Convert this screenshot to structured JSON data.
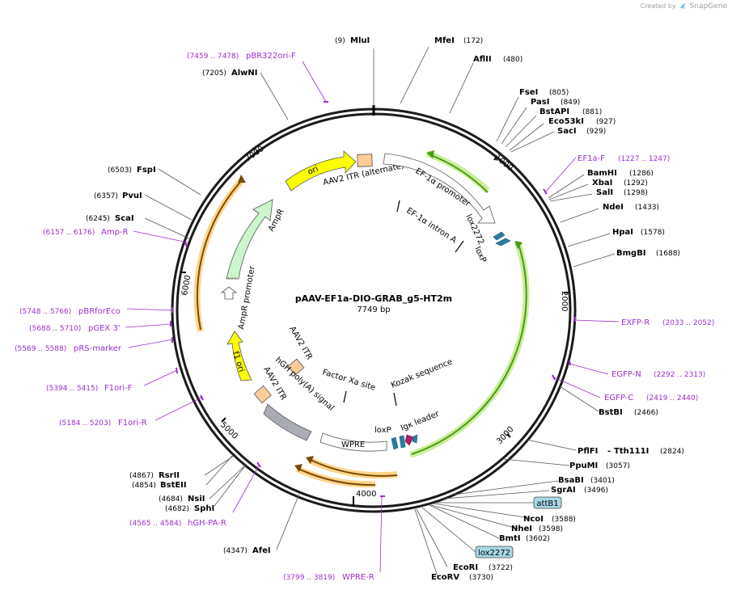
{
  "credit": {
    "prefix": "Created by",
    "brand": "SnapGene"
  },
  "map": {
    "title": "pAAV-EF1a-DIO-GRAB_g5-HT2m",
    "size_label": "7749 bp",
    "ticks": [
      "1000",
      "2000",
      "3000",
      "4000",
      "5000",
      "6000",
      "7000"
    ]
  },
  "sites": {
    "mlui": {
      "name": "MluI",
      "pos": "(9)"
    },
    "mfei": {
      "name": "MfeI",
      "pos": "(172)"
    },
    "aflii": {
      "name": "AflII",
      "pos": "(480)"
    },
    "fsei": {
      "name": "FseI",
      "pos": "(805)"
    },
    "pasi": {
      "name": "PasI",
      "pos": "(849)"
    },
    "bstapi": {
      "name": "BstAPI",
      "pos": "(881)"
    },
    "eco53ki": {
      "name": "Eco53kI",
      "pos": "(927)"
    },
    "saci": {
      "name": "SacI",
      "pos": "(929)"
    },
    "bamhi": {
      "name": "BamHI",
      "pos": "(1286)"
    },
    "xbai": {
      "name": "XbaI",
      "pos": "(1292)"
    },
    "sali": {
      "name": "SalI",
      "pos": "(1298)"
    },
    "ndei": {
      "name": "NdeI",
      "pos": "(1433)"
    },
    "hpai": {
      "name": "HpaI",
      "pos": "(1578)"
    },
    "bmgbi": {
      "name": "BmgBI",
      "pos": "(1688)"
    },
    "bstbi": {
      "name": "BstBI",
      "pos": "(2466)"
    },
    "pflfi": {
      "name": "PflFI",
      "name2": "Tth111I",
      "pos": "(2824)"
    },
    "ppumi": {
      "name": "PpuMI",
      "pos": "(3057)"
    },
    "bsabi": {
      "name": "BsaBI",
      "pos": "(3401)"
    },
    "sgrai": {
      "name": "SgrAI",
      "pos": "(3496)"
    },
    "ncoi": {
      "name": "NcoI",
      "pos": "(3588)"
    },
    "nhei": {
      "name": "NheI",
      "pos": "(3598)"
    },
    "bmti": {
      "name": "BmtI",
      "pos": "(3602)"
    },
    "ecori": {
      "name": "EcoRI",
      "pos": "(3722)"
    },
    "ecorv": {
      "name": "EcoRV",
      "pos": "(3730)"
    },
    "afei": {
      "name": "AfeI",
      "pos": "(4347)"
    },
    "sphi": {
      "name": "SphI",
      "pos": "(4682)"
    },
    "nsii": {
      "name": "NsiI",
      "pos": "(4684)"
    },
    "bsteii": {
      "name": "BstEII",
      "pos": "(4854)"
    },
    "rsrii": {
      "name": "RsrII",
      "pos": "(4867)"
    },
    "scai": {
      "name": "ScaI",
      "pos": "(6245)"
    },
    "pvui": {
      "name": "PvuI",
      "pos": "(6357)"
    },
    "fspi": {
      "name": "FspI",
      "pos": "(6503)"
    },
    "alwni": {
      "name": "AlwNI",
      "pos": "(7205)"
    }
  },
  "primers": {
    "pbr322": {
      "name": "pBR322ori-F",
      "range": "(7459 .. 7478)"
    },
    "ef1af": {
      "name": "EF1a-F",
      "range": "(1227 .. 1247)"
    },
    "exfpr": {
      "name": "EXFP-R",
      "range": "(2033 .. 2052)"
    },
    "egfpn": {
      "name": "EGFP-N",
      "range": "(2292 .. 2313)"
    },
    "egfpc": {
      "name": "EGFP-C",
      "range": "(2419 .. 2440)"
    },
    "ampr": {
      "name": "Amp-R",
      "range": "(6157 .. 6176)"
    },
    "pbrforeco": {
      "name": "pBRforEco",
      "range": "(5748 .. 5766)"
    },
    "pgex3": {
      "name": "pGEX 3'",
      "range": "(5688 .. 5710)"
    },
    "prsmarker": {
      "name": "pRS-marker",
      "range": "(5569 .. 5588)"
    },
    "f1orif": {
      "name": "F1ori-F",
      "range": "(5394 .. 5415)"
    },
    "f1orir": {
      "name": "F1ori-R",
      "range": "(5184 .. 5203)"
    },
    "hghpar": {
      "name": "hGH-PA-R",
      "range": "(4565 .. 4584)"
    },
    "wprer": {
      "name": "WPRE-R",
      "range": "(3799 .. 3819)"
    }
  },
  "boxes": {
    "attb1": "attB1",
    "lox2272": "lox2272"
  },
  "features": {
    "aav2_itr_alt": "AAV2 ITR (alternate)",
    "ef1a_promoter": "EF-1α promoter",
    "ef1a_intron": "EF-1α intron A",
    "lox2272": "lox2272",
    "loxp_top": "loxP",
    "ori": "ori",
    "ampr": "AmpR",
    "ampr_promoter": "AmpR promoter",
    "f1_ori": "f1 ori",
    "aav2_itr_1": "AAV2 ITR",
    "aav2_itr_2": "AAV2 ITR",
    "hgh_polya": "hGH poly(A) signal",
    "factor_xa": "Factor Xa site",
    "kozak": "Kozak sequence",
    "wpre": "WPRE",
    "loxp_bottom": "loxP",
    "igk_leader": "Igκ leader"
  },
  "colors": {
    "primer": "#9b2fd1",
    "ori": "#ffff00",
    "ampr": "#ccf5cc",
    "itr": "#ffcc99",
    "orf_green_glow": "#ccee99",
    "orf_orange_glow": "#ffd68a",
    "wpre": "#ffffff",
    "polya": "#a9adb3",
    "lox": "#2a7f9f",
    "igk": "#b0216b",
    "box_fill": "#a8d8e6"
  }
}
